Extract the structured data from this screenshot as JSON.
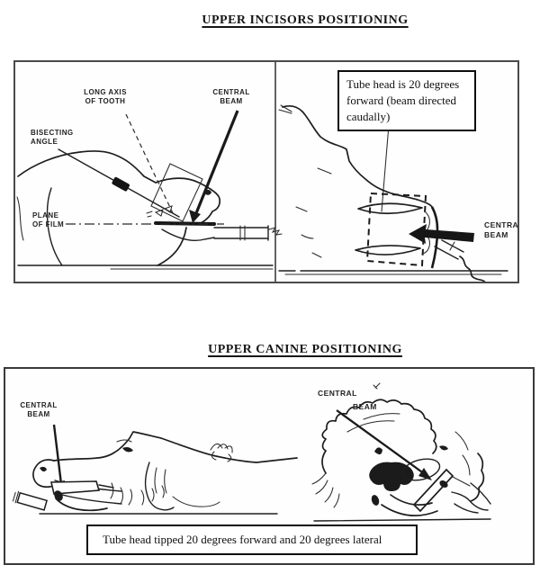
{
  "page": {
    "background": "#ffffff",
    "ink_color": "#1e1e1e"
  },
  "incisors_section": {
    "heading": "UPPER INCISORS POSITIONING",
    "callout_text": "Tube head is 20 degrees forward (beam directed caudally)",
    "labels": {
      "long_axis": [
        "LONG AXIS",
        "OF TOOTH"
      ],
      "central_beam_left": [
        "CENTRAL",
        "BEAM"
      ],
      "bisecting_angle": [
        "BISECTING",
        "ANGLE"
      ],
      "plane_of_film": [
        "PLANE",
        "OF FILM"
      ],
      "central_beam_right": [
        "CENTRAL",
        "BEAM"
      ]
    }
  },
  "canine_section": {
    "heading": "UPPER CANINE POSITIONING",
    "callout_text": "Tube head tipped 20 degrees forward and 20 degrees lateral",
    "labels": {
      "central_beam_left": [
        "CENTRAL",
        "BEAM"
      ],
      "central_beam_right": [
        "CENTRAL",
        "BEAM"
      ]
    }
  }
}
